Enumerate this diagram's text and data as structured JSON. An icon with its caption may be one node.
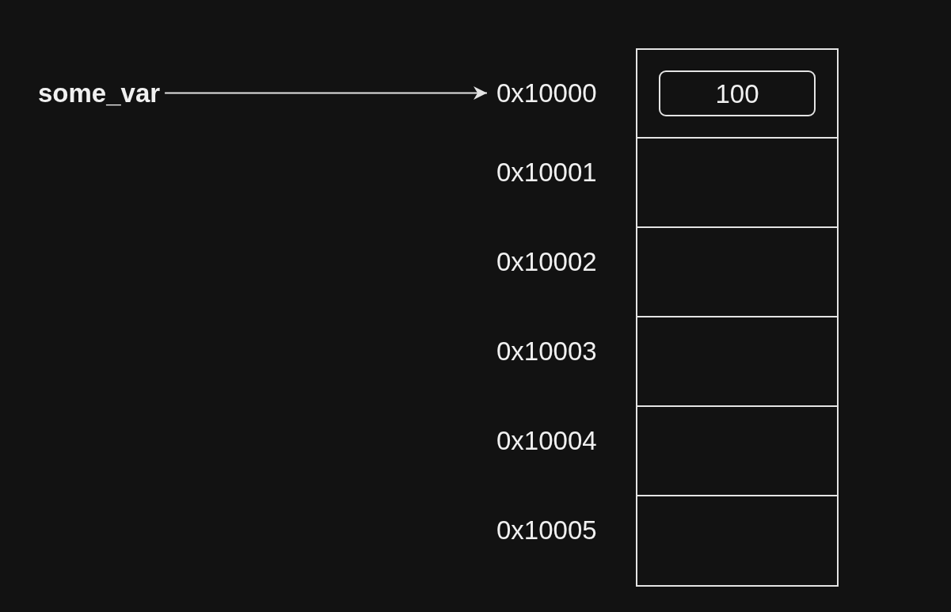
{
  "diagram": {
    "nodes": [
      {
        "text": [
          "some_var"
        ]
      },
      {
        "text": [
          "0x10000"
        ]
      },
      {
        "text": [],
        "shape": "box"
      },
      {
        "text": [
          "100"
        ],
        "in": 2
      },
      {
        "text": [],
        "shape": "box",
        "beside": [
          "0x10001"
        ]
      },
      {
        "text": [],
        "shape": "box",
        "beside": [
          "0x10002"
        ]
      },
      {
        "text": [],
        "shape": "box",
        "beside": [
          "0x10003"
        ]
      },
      {
        "text": [],
        "shape": "box",
        "beside": [
          "0x10004"
        ]
      },
      {
        "text": [],
        "shape": "box",
        "beside": [
          "0x10005"
        ]
      }
    ],
    "edges": [
      {
        "from": 0,
        "to": 1,
        "arrow": "to"
      }
    ]
  }
}
